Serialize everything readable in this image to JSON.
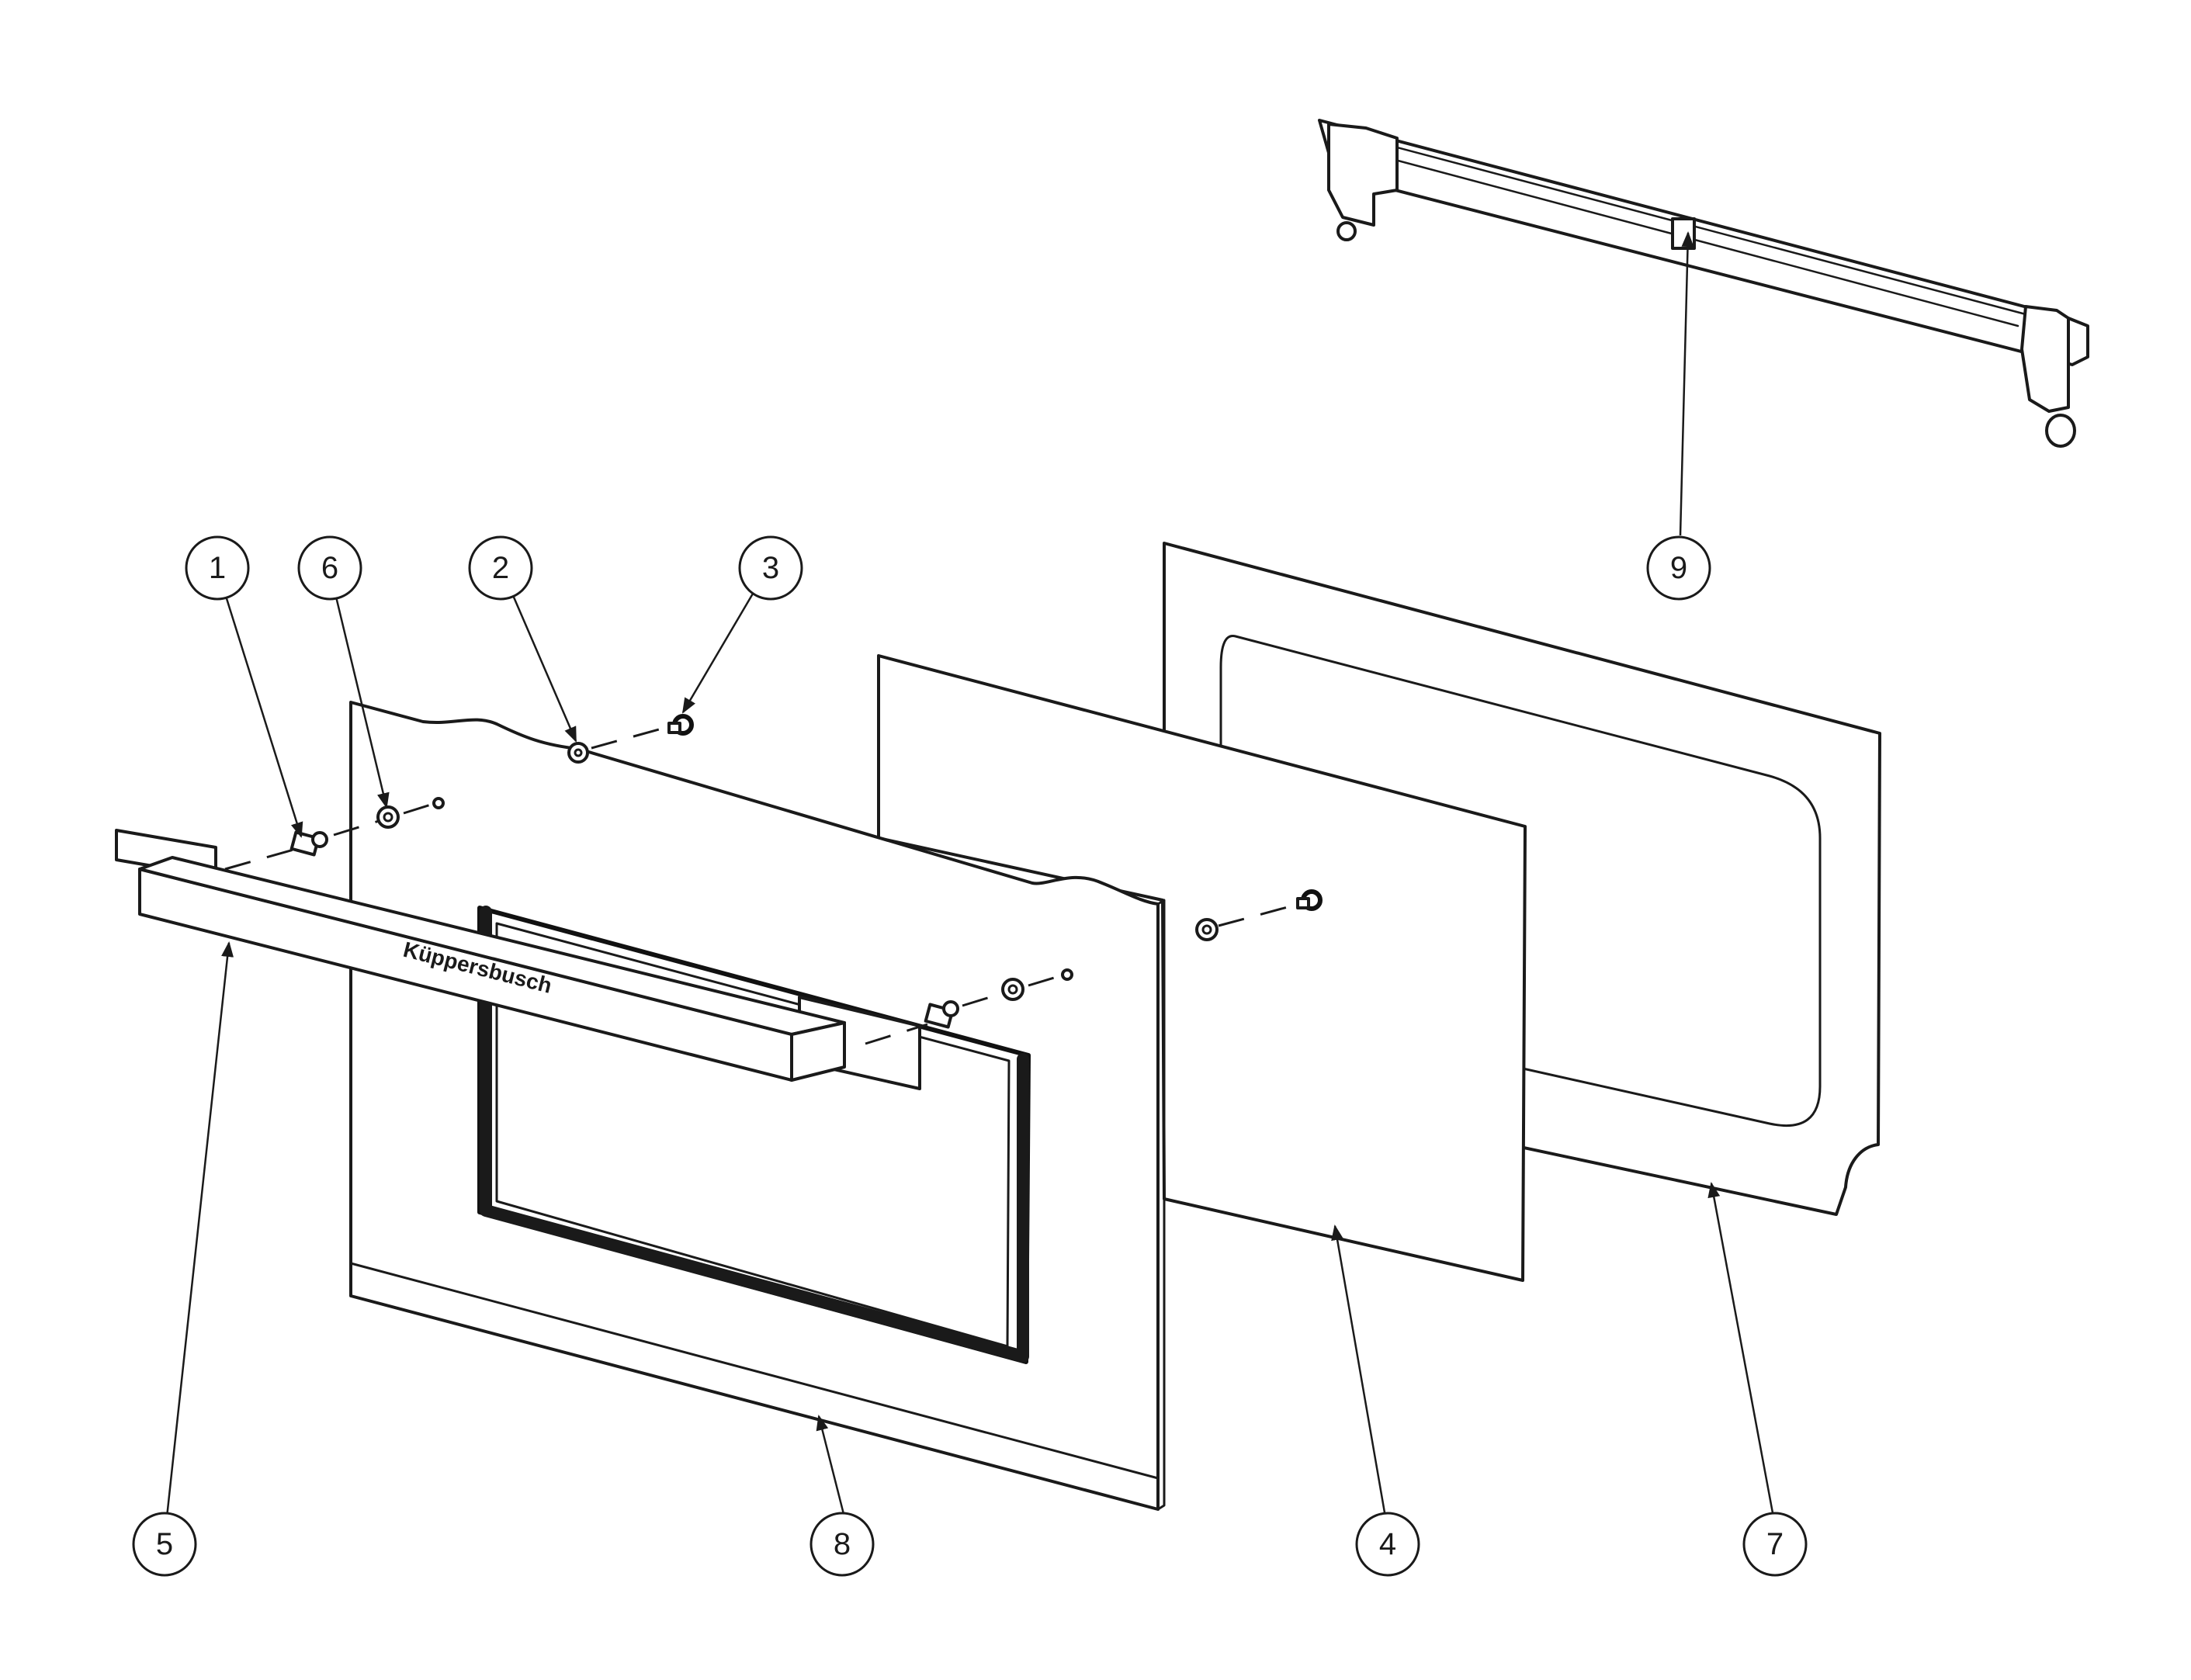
{
  "parts": {
    "p1": {
      "label": "1"
    },
    "p2": {
      "label": "2"
    },
    "p3": {
      "label": "3"
    },
    "p4": {
      "label": "4"
    },
    "p5": {
      "label": "5"
    },
    "p6": {
      "label": "6"
    },
    "p7": {
      "label": "7"
    },
    "p8": {
      "label": "8"
    },
    "p9": {
      "label": "9"
    }
  },
  "handle": {
    "brand": "Küppersbusch"
  },
  "colors": {
    "ink": "#1a1a1a",
    "background": "#ffffff",
    "frame": "#111111"
  }
}
